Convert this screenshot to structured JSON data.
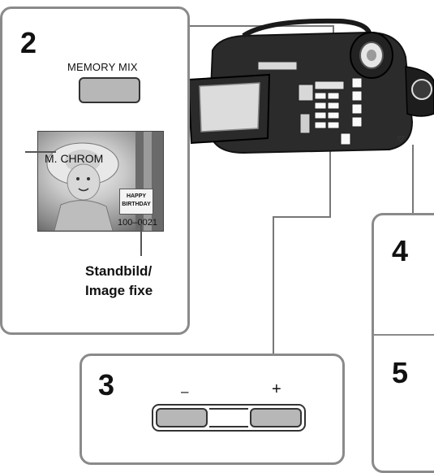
{
  "step2": {
    "number": "2",
    "button_label": "MEMORY MIX",
    "screen": {
      "mode_label": "M. CHROM",
      "overlay_line1": "HAPPY",
      "overlay_line2": "BIRTHDAY",
      "counter": "100–0021"
    },
    "caption_line1": "Standbild/",
    "caption_line2": "Image fixe"
  },
  "step3": {
    "number": "3",
    "minus_label": "–",
    "plus_label": "+"
  },
  "step4": {
    "number": "4"
  },
  "step5": {
    "number": "5"
  },
  "colors": {
    "panel_border": "#8a8a8a",
    "button_fill": "#b7b7b7",
    "camera_body": "#2b2b2b"
  }
}
